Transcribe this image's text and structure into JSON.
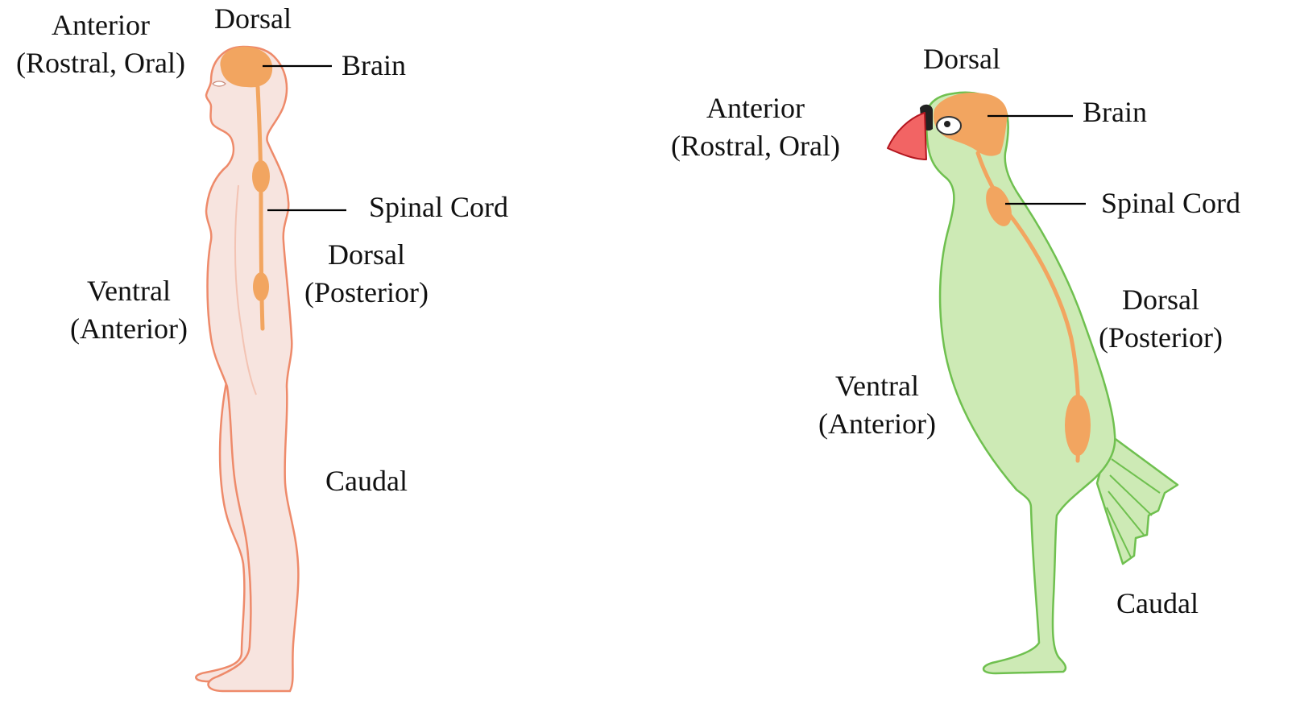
{
  "colors": {
    "human_body_fill": "#f7e4df",
    "human_body_stroke": "#ee8a6a",
    "nervous_system": "#f2a560",
    "bird_body_fill": "#cdeab5",
    "bird_body_stroke": "#6fc04f",
    "beak": "#f26464",
    "beak_stroke": "#b3161f",
    "label_text": "#111111"
  },
  "human": {
    "anterior": {
      "line1": "Anterior",
      "line2": "(Rostral, Oral)"
    },
    "dorsal_top": "Dorsal",
    "brain": "Brain",
    "spinal_cord": "Spinal Cord",
    "dorsal_posterior": {
      "line1": "Dorsal",
      "line2": "(Posterior)"
    },
    "ventral_anterior": {
      "line1": "Ventral",
      "line2": "(Anterior)"
    },
    "caudal": "Caudal"
  },
  "bird": {
    "dorsal_top": "Dorsal",
    "anterior": {
      "line1": "Anterior",
      "line2": "(Rostral, Oral)"
    },
    "brain": "Brain",
    "spinal_cord": "Spinal Cord",
    "dorsal_posterior": {
      "line1": "Dorsal",
      "line2": "(Posterior)"
    },
    "ventral_anterior": {
      "line1": "Ventral",
      "line2": "(Anterior)"
    },
    "caudal": "Caudal"
  }
}
